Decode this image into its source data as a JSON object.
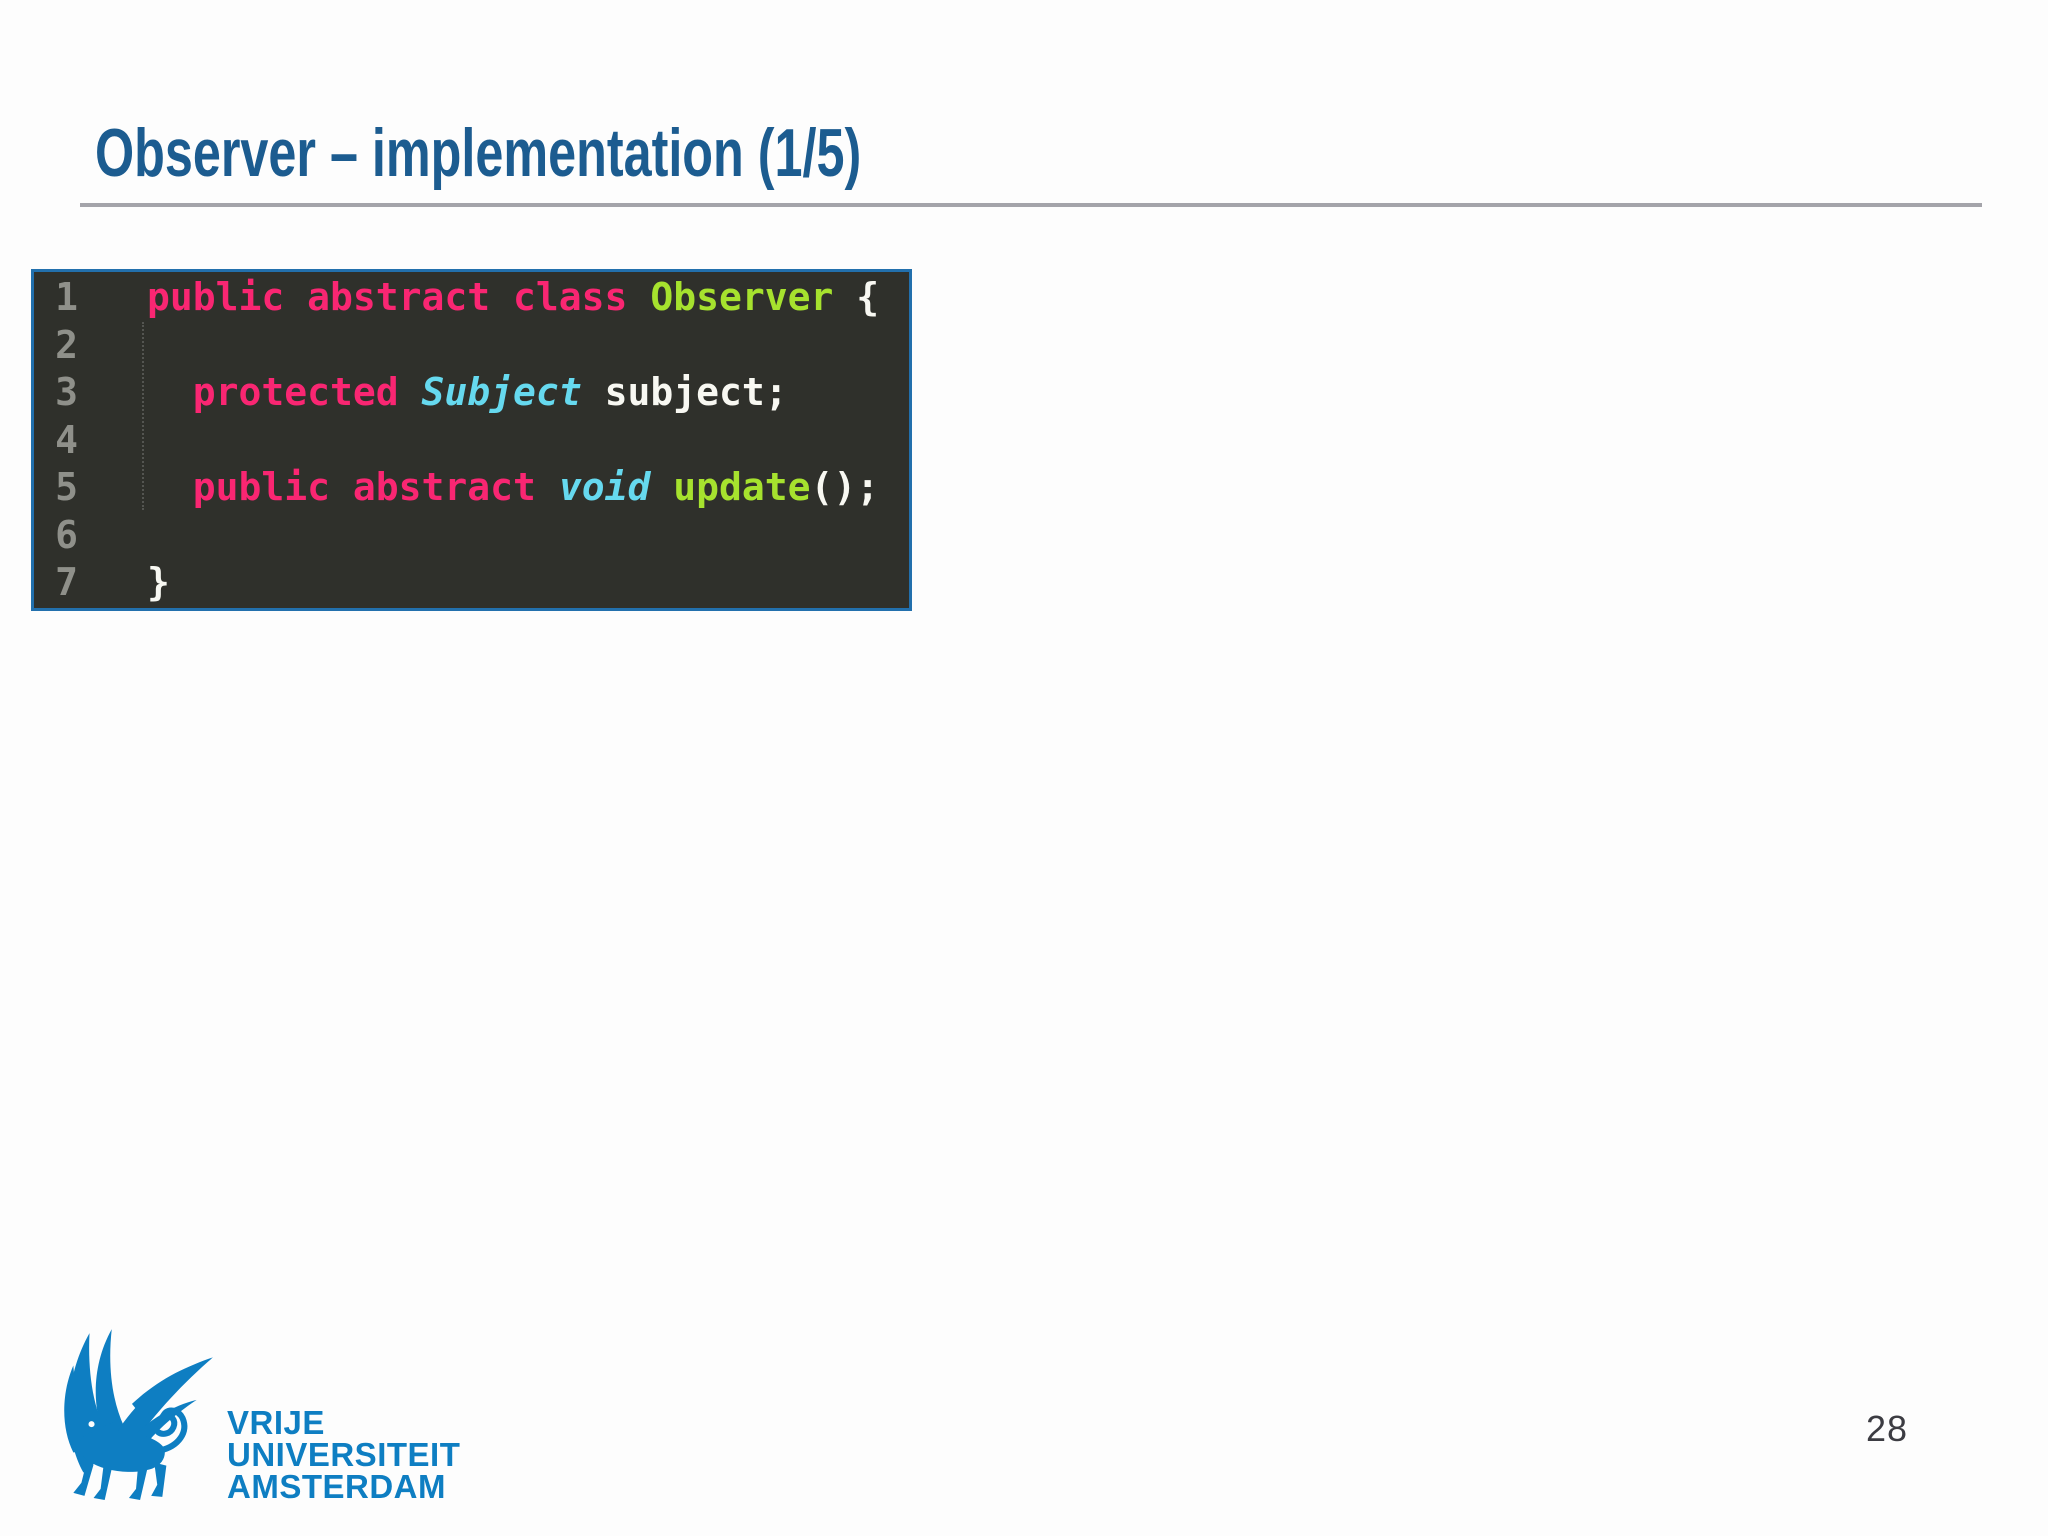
{
  "slide": {
    "title": "Observer – implementation (1/5)",
    "page_number": "28"
  },
  "logo": {
    "icon": "vu-griffin-logo",
    "lines": [
      "VRIJE",
      "UNIVERSITEIT",
      "AMSTERDAM"
    ]
  },
  "code": {
    "language": "java",
    "lines": [
      {
        "num": "1",
        "segments": [
          {
            "text": "public abstract class ",
            "color": "kw"
          },
          {
            "text": "Observer",
            "color": "cls"
          },
          {
            "text": " {",
            "color": "pln"
          }
        ]
      },
      {
        "num": "2",
        "segments": []
      },
      {
        "num": "3",
        "segments": [
          {
            "text": "  ",
            "color": "pln"
          },
          {
            "text": "protected ",
            "color": "kw"
          },
          {
            "text": "Subject",
            "color": "typ"
          },
          {
            "text": " subject;",
            "color": "pln"
          }
        ]
      },
      {
        "num": "4",
        "segments": []
      },
      {
        "num": "5",
        "segments": [
          {
            "text": "  ",
            "color": "pln"
          },
          {
            "text": "public abstract ",
            "color": "kw"
          },
          {
            "text": "void",
            "color": "typ"
          },
          {
            "text": " ",
            "color": "pln"
          },
          {
            "text": "update",
            "color": "cls"
          },
          {
            "text": "();",
            "color": "pln"
          }
        ]
      },
      {
        "num": "6",
        "segments": []
      },
      {
        "num": "7",
        "segments": [
          {
            "text": "}",
            "color": "pln"
          }
        ]
      }
    ]
  },
  "palette": {
    "title_blue": "#1c5c90",
    "rule_gray": "#a4a4aa",
    "logo_blue": "#0e7ec2",
    "page_gray": "#3c3c42",
    "code_bg": "#2f302b",
    "code_border": "#2270ad",
    "kw": "#f92672",
    "typ": "#66d9ef",
    "cls": "#a6e22e",
    "pln": "#f8f8f2",
    "gut": "#8f908a"
  }
}
